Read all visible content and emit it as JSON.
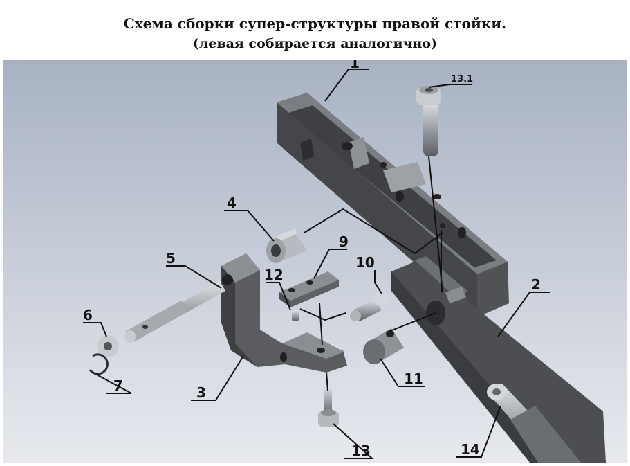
{
  "title": {
    "line1": "Схема сборки супер-структуры правой стойки.",
    "line2": "(левая собирается аналогично)"
  },
  "colors": {
    "bg_top": "#a8b2c3",
    "bg_bottom": "#e7e9ee",
    "part_dark": "#4a4c50",
    "part_mid": "#7e8186",
    "part_light": "#c4c7cc",
    "leader": "#111111"
  },
  "callouts": [
    {
      "id": "1",
      "label": "1",
      "part": "rail-top"
    },
    {
      "id": "13.1",
      "label": "13.1",
      "part": "bolt-13-1"
    },
    {
      "id": "4",
      "label": "4",
      "part": "bushing"
    },
    {
      "id": "9",
      "label": "9",
      "part": "plate"
    },
    {
      "id": "10",
      "label": "10",
      "part": "ball-stud"
    },
    {
      "id": "5",
      "label": "5",
      "part": "pin"
    },
    {
      "id": "12",
      "label": "12",
      "part": "small-screw"
    },
    {
      "id": "2",
      "label": "2",
      "part": "arm-right"
    },
    {
      "id": "6",
      "label": "6",
      "part": "washer"
    },
    {
      "id": "7",
      "label": "7",
      "part": "circlip"
    },
    {
      "id": "11",
      "label": "11",
      "part": "cylinder-nut"
    },
    {
      "id": "3",
      "label": "3",
      "part": "bracket"
    },
    {
      "id": "13",
      "label": "13",
      "part": "bolt-13"
    },
    {
      "id": "14",
      "label": "14",
      "part": "strut"
    }
  ]
}
